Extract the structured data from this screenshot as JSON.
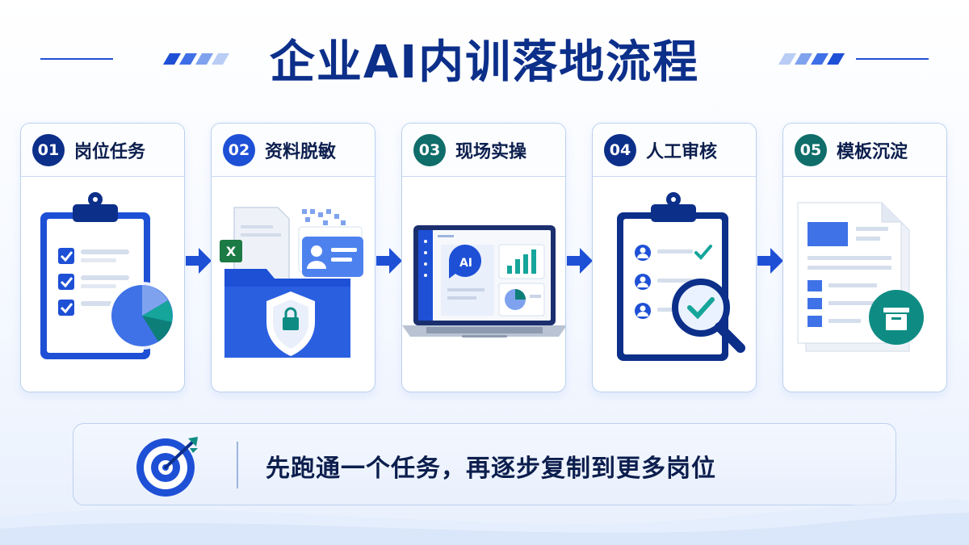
{
  "title": "企业AI内训落地流程",
  "colors": {
    "navy": "#0c2f8a",
    "blue": "#1e50d6",
    "teal": "#0e8c84",
    "dark_teal": "#0f6d6a"
  },
  "steps": [
    {
      "num": "01",
      "label": "岗位任务",
      "color": "#0c2f8a",
      "icon": "clipboard-checklist-pie-icon"
    },
    {
      "num": "02",
      "label": "资料脱敏",
      "color": "#1e50d6",
      "icon": "folder-shield-lock-icon"
    },
    {
      "num": "03",
      "label": "现场实操",
      "color": "#0f6d6a",
      "icon": "laptop-ai-chat-icon"
    },
    {
      "num": "04",
      "label": "人工审核",
      "color": "#0c2f8a",
      "icon": "clipboard-review-magnifier-icon"
    },
    {
      "num": "05",
      "label": "模板沉淀",
      "color": "#0f6d6a",
      "icon": "document-archive-box-icon"
    }
  ],
  "banner": {
    "text": "先跑通一个任务，再逐步复制到更多岗位",
    "icon": "target-arrow-icon"
  },
  "laptop_badge": "AI"
}
